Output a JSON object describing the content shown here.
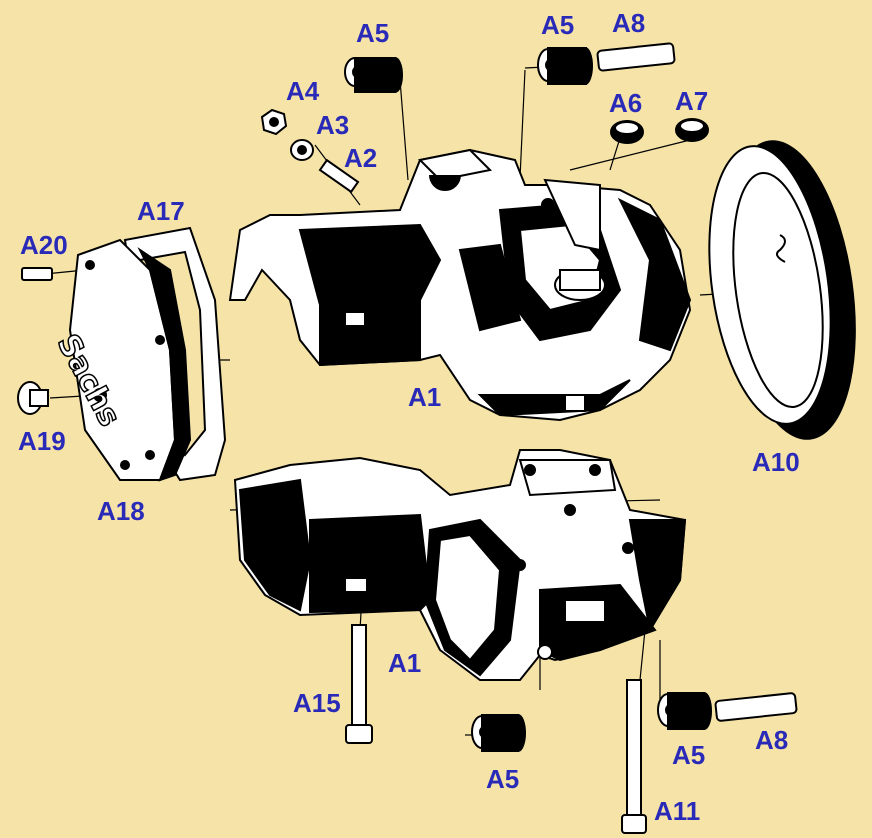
{
  "diagram": {
    "background_color": "#f5e3a8",
    "label_color": "#2a2ab8",
    "cover_lettering": "Sachs",
    "labels": {
      "a1_upper": "A1",
      "a1_lower": "A1",
      "a2": "A2",
      "a3": "A3",
      "a4": "A4",
      "a5_top_left": "A5",
      "a5_top_right": "A5",
      "a5_bottom_left": "A5",
      "a5_bottom_right": "A5",
      "a6": "A6",
      "a7": "A7",
      "a8_top": "A8",
      "a8_bottom": "A8",
      "a10": "A10",
      "a11": "A11",
      "a15": "A15",
      "a17": "A17",
      "a18": "A18",
      "a19": "A19",
      "a20": "A20"
    }
  }
}
